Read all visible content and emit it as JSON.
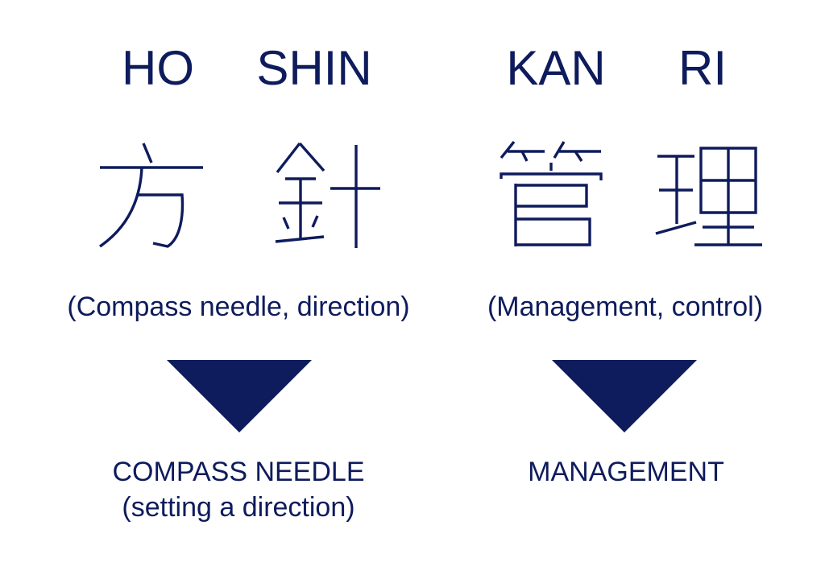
{
  "romaji": {
    "ho": "HO",
    "shin": "SHIN",
    "kan": "KAN",
    "ri": "RI"
  },
  "kanji": {
    "ho": "方",
    "shin": "針",
    "kan": "管",
    "ri": "理"
  },
  "meanings": {
    "hoshin": "(Compass needle, direction)",
    "kanri": "(Management, control)"
  },
  "results": {
    "hoshin_line1": "COMPASS NEEDLE",
    "hoshin_line2": "(setting a direction)",
    "kanri_line1": "MANAGEMENT"
  },
  "colors": {
    "navy": "#0e1b5c",
    "background": "#ffffff"
  }
}
